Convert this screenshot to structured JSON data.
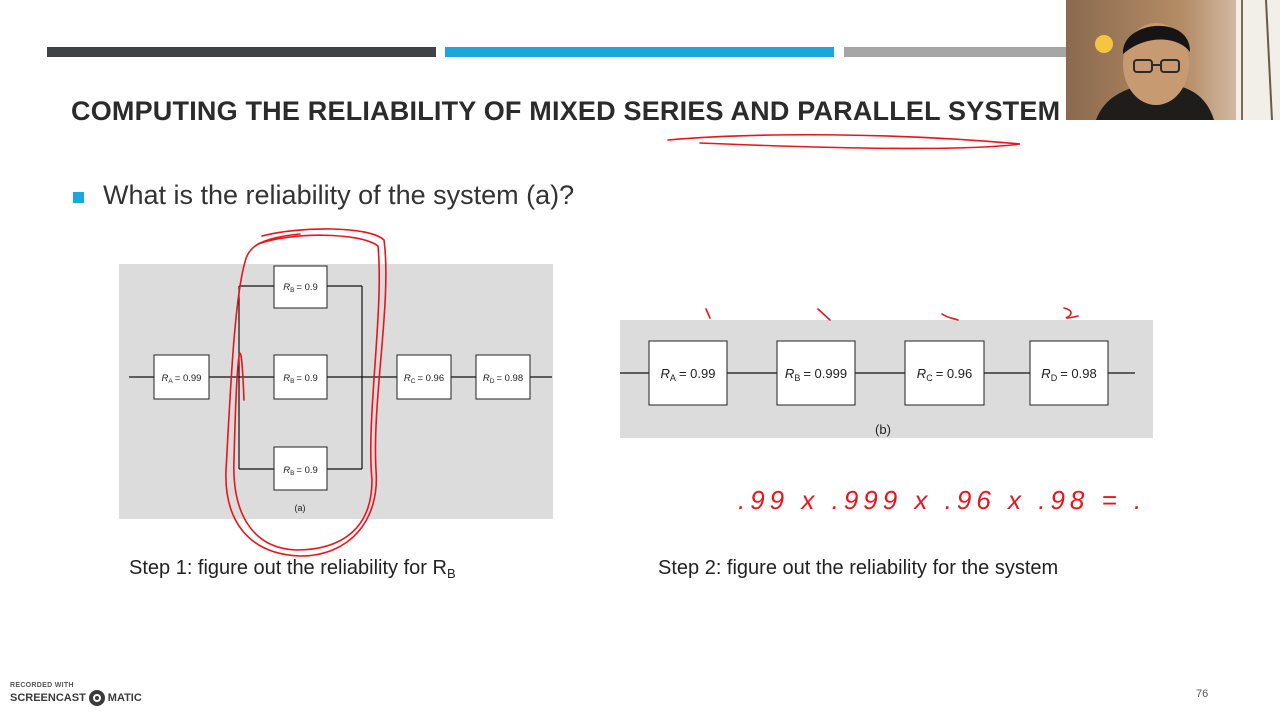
{
  "slide": {
    "title": "COMPUTING THE RELIABILITY OF MIXED SERIES AND PARALLEL SYSTEM",
    "question": "What is the reliability of the system (a)?",
    "step1_text": "Step 1: figure out the reliability for R",
    "step1_sub": "B",
    "step2_text": "Step 2: figure out the reliability for the system",
    "page_number": "76"
  },
  "colors": {
    "bar_dark": "#3e4347",
    "bar_accent": "#1ca7dc",
    "bar_gray": "#a6a6a6",
    "ink_red": "#e8151c",
    "figure_bg": "#dcdcdc"
  },
  "diagram_a": {
    "caption": "(a)",
    "parallel": [
      {
        "sym": "R",
        "sub": "B",
        "val": "= 0.9"
      },
      {
        "sym": "R",
        "sub": "B",
        "val": "= 0.9"
      },
      {
        "sym": "R",
        "sub": "B",
        "val": "= 0.9"
      }
    ],
    "series": [
      {
        "sym": "R",
        "sub": "A",
        "val": "= 0.99"
      },
      {
        "sym": "R",
        "sub": "C",
        "val": "= 0.96"
      },
      {
        "sym": "R",
        "sub": "D",
        "val": "= 0.98"
      }
    ]
  },
  "diagram_b": {
    "caption": "(b)",
    "blocks": [
      {
        "sym": "R",
        "sub": "A",
        "val": "= 0.99"
      },
      {
        "sym": "R",
        "sub": "B",
        "val": "= 0.999"
      },
      {
        "sym": "R",
        "sub": "C",
        "val": "= 0.96"
      },
      {
        "sym": "R",
        "sub": "D",
        "val": "= 0.98"
      }
    ]
  },
  "handwriting": {
    "equation": ".99 x .999 x .96 x .98 = ."
  },
  "watermark": {
    "line1": "RECORDED WITH",
    "line2a": "SCREENCAST",
    "line2b": "MATIC"
  }
}
